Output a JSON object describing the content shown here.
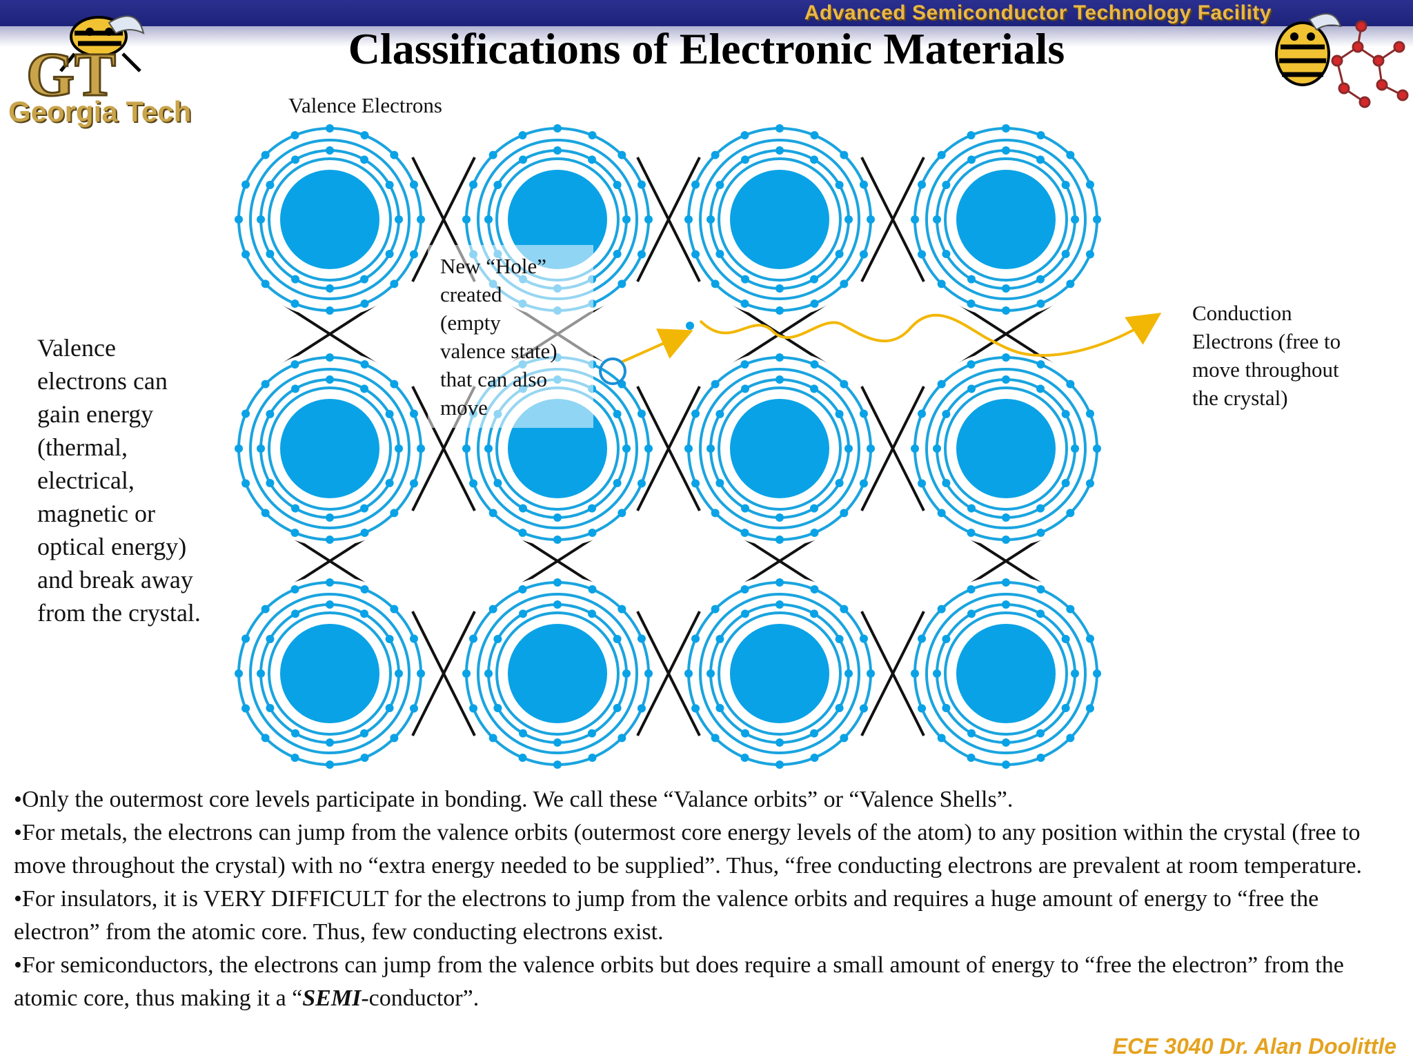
{
  "header": {
    "facility": "Advanced Semiconductor Technology Facility",
    "title": "Classifications of Electronic Materials",
    "logo_left_text": "Georgia Tech"
  },
  "diagram": {
    "label_top": "Valence Electrons",
    "hole_label": "New “Hole” created (empty valence state) that can also move",
    "hole_lines": [
      "New “Hole”",
      "created",
      "(empty",
      "valence state)",
      "that can also",
      "move"
    ],
    "conduction_lines": [
      "Conduction",
      "Electrons (free to",
      "move throughout",
      "the crystal)"
    ],
    "left_note_lines": [
      "Valence",
      "electrons can",
      "gain energy",
      "(thermal,",
      "electrical,",
      "magnetic or",
      "optical energy)",
      "and break away",
      "from the crystal."
    ],
    "rows": 3,
    "cols": 4
  },
  "bullets": {
    "b1": "•Only the outermost core levels participate in bonding.  We call these “Valance orbits” or “Valence Shells”.",
    "b2": "•For metals, the electrons can jump from the valence orbits (outermost core energy levels of the atom) to any position within the crystal (free to move throughout the crystal) with no “extra energy needed to be supplied”.  Thus, “free conducting electrons are prevalent at room temperature.",
    "b3": "•For insulators, it is VERY DIFFICULT for the electrons to jump from the valence orbits and requires a huge amount of energy to “free the electron” from the atomic core.  Thus, few conducting electrons exist.",
    "b4_pre": "•For semiconductors, the electrons can jump from the valence orbits but does require a small amount of energy to “free the electron” from the atomic core, thus making it a “",
    "b4_emph": "SEMI",
    "b4_post": "-conductor”."
  },
  "footer": "ECE 3040 Dr. Alan Doolittle",
  "colors": {
    "banner": "#1d237a",
    "gold": "#e5a21e",
    "atom_fill": "#0aa2e6",
    "orbit": "#1aa4df",
    "bond": "#111111",
    "arrow": "#f2b705"
  }
}
